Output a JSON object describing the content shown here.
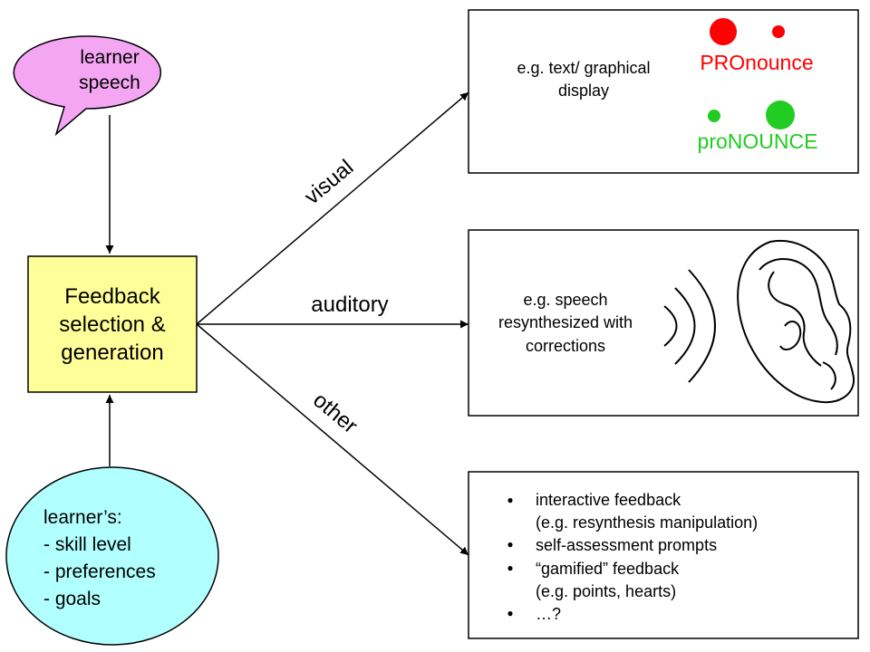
{
  "speech_bubble": {
    "lines": [
      "learner",
      "speech"
    ],
    "fill": "#f4a6f2"
  },
  "center_box": {
    "lines": [
      "Feedback",
      "selection &",
      "generation"
    ],
    "fill": "#ffff99"
  },
  "learner_ellipse": {
    "lines": [
      "learner’s:",
      "- skill level",
      "- preferences",
      "- goals"
    ],
    "fill": "#b2ffff"
  },
  "edges": {
    "visual": "visual",
    "auditory": "auditory",
    "other": "other"
  },
  "visual_box": {
    "lines": [
      "e.g. text/ graphical",
      "display"
    ],
    "word_stressed_first": "PROnounce",
    "word_stressed_second": "proNOUNCE",
    "red": "#ff0000",
    "green": "#22cc22"
  },
  "auditory_box": {
    "lines": [
      "e.g. speech",
      "resynthesized with",
      "corrections"
    ],
    "icons": [
      "sound-waves-icon",
      "ear-icon"
    ]
  },
  "other_box": {
    "bullets": [
      [
        "interactive feedback",
        "(e.g. resynthesis manipulation)"
      ],
      [
        "self-assessment prompts"
      ],
      [
        "“gamified” feedback",
        "(e.g. points, hearts)"
      ],
      [
        "…?"
      ]
    ],
    "bullet_glyph": "●"
  }
}
